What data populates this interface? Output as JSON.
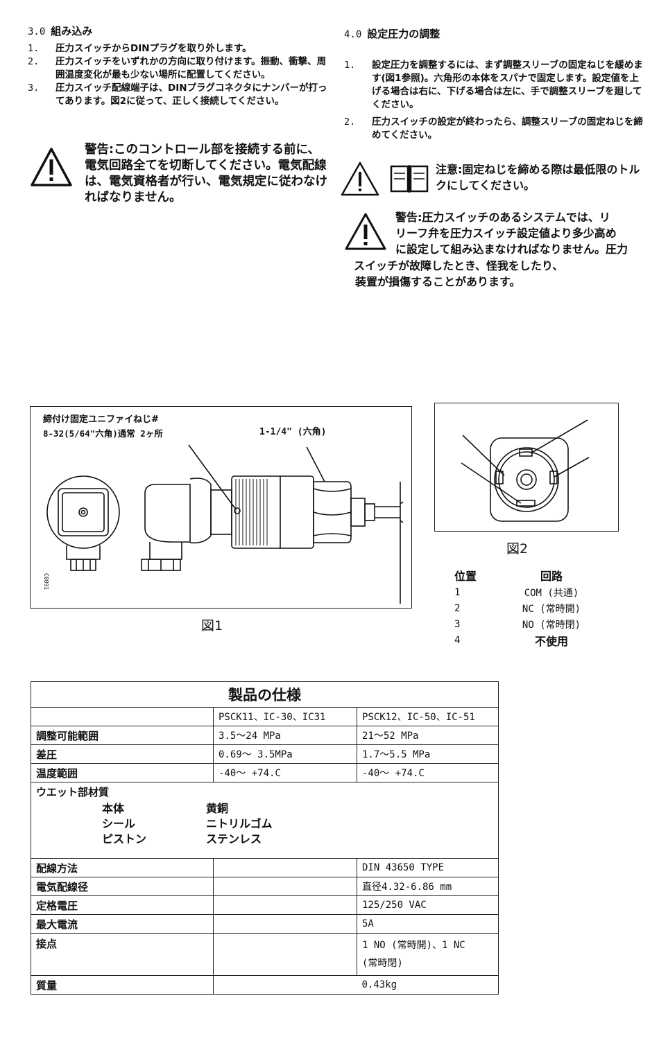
{
  "section3": {
    "number": "3.0",
    "title": "組み込み",
    "items": [
      {
        "n": "1.",
        "text": "圧力スイッチからDINプラグを取り外します。"
      },
      {
        "n": "2.",
        "text": "圧力スイッチをいずれかの方向に取り付けます。振動、衝撃、周囲温度変化が最も少ない場所に配置してください。"
      },
      {
        "n": "3.",
        "text": "圧力スイッチ配線端子は、DINプラグコネクタにナンバーが打ってあります。図2に従って、正しく接続してください。"
      }
    ],
    "warning": "警告:このコントロール部を接続する前に、電気回路全てを切断してください。電気配線は、電気資格者が行い、電気規定に従わなければなりません。"
  },
  "section4": {
    "number": "4.0",
    "title": "設定圧力の調整",
    "items": [
      {
        "n": "1.",
        "text": "設定圧力を調整するには、まず調整スリーブの固定ねじを緩めます(図1参照)。六角形の本体をスパナで固定します。設定値を上げる場合は右に、下げる場合は左に、手で調整スリーブを廻してください。"
      },
      {
        "n": "2.",
        "text": "圧力スイッチの設定が終わったら、調整スリーブの固定ねじを締めてください。"
      }
    ],
    "caution": "注意:固定ねじを締める際は最低限のトルクにしてください。",
    "warning_lines": [
      "警告:圧力スイッチのあるシステムでは、リ",
      "リーフ弁を圧力スイッチ設定値より多少高め",
      "に設定して組み込まなければなりません。圧力",
      "スイッチが故障したとき、怪我をしたり、",
      "装置が損傷することがあります。"
    ]
  },
  "figure1": {
    "label_screw_1": "締付け固定ユニファイねじ#",
    "label_screw_2": "8-32(5/64\"六角)通常 2ヶ所",
    "label_hex": "1-1/4\" (六角)",
    "caption": "図1"
  },
  "figure2": {
    "caption": "図2",
    "table_headers": [
      "位置",
      "回路"
    ],
    "rows": [
      [
        "1",
        "COM (共通)"
      ],
      [
        "2",
        "NC (常時開)"
      ],
      [
        "3",
        "NO (常時閉)"
      ],
      [
        "4",
        "不使用"
      ]
    ]
  },
  "spec": {
    "title": "製品の仕様",
    "model_a": "PSCK11、IC-30、IC31",
    "model_b": "PSCK12、IC-50、IC-51",
    "adjust_label": "調整可能範囲",
    "adjust_a": "3.5〜24 MPa",
    "adjust_b": "21〜52 MPa",
    "diff_label": "差圧",
    "diff_a": "0.69〜 3.5MPa",
    "diff_b": "1.7〜5.5 MPa",
    "temp_label": "温度範囲",
    "temp_a": "-40〜 +74.C",
    "temp_b": "-40〜 +74.C",
    "wet_label": "ウエット部材質",
    "materials": [
      {
        "part": "本体",
        "material": "黄銅"
      },
      {
        "part": "シール",
        "material": "ニトリルゴム"
      },
      {
        "part": "ピストン",
        "material": "ステンレス"
      }
    ],
    "wiring_label": "配線方法",
    "wiring_value": "DIN 43650 TYPE",
    "wire_dia_label": "電気配線径",
    "wire_dia_value": "直径4.32-6.86 mm",
    "voltage_label": "定格電圧",
    "voltage_value": "125/250 VAC",
    "current_label": "最大電流",
    "current_value": "5A",
    "contact_label": "接点",
    "contact_line1": "1 NO (常時開)、1 NC",
    "contact_line2": "(常時閉)",
    "weight_label": "質量",
    "weight_value": "0.43kg"
  }
}
